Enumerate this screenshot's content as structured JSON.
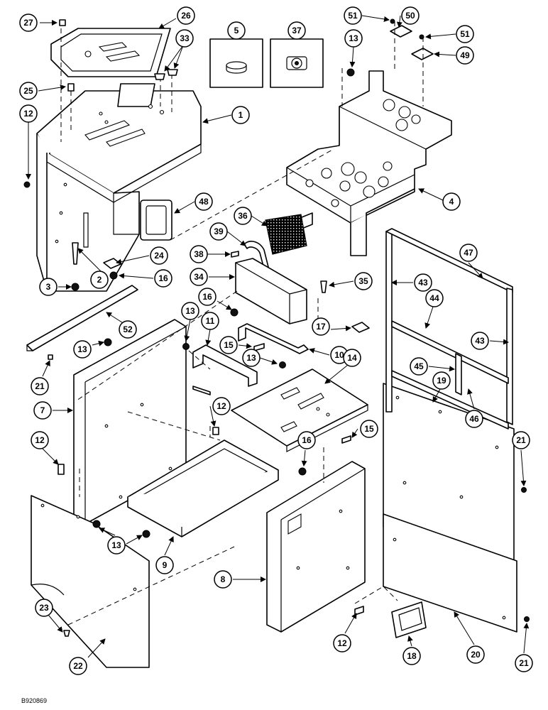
{
  "drawing_ref": "B920869",
  "callouts": [
    "1",
    "2",
    "3",
    "4",
    "5",
    "7",
    "8",
    "9",
    "10",
    "11",
    "12",
    "13",
    "14",
    "15",
    "16",
    "17",
    "18",
    "19",
    "20",
    "21",
    "22",
    "23",
    "24",
    "25",
    "26",
    "27",
    "33",
    "34",
    "35",
    "36",
    "37",
    "38",
    "39",
    "43",
    "44",
    "45",
    "46",
    "47",
    "48",
    "49",
    "50",
    "51",
    "52"
  ]
}
